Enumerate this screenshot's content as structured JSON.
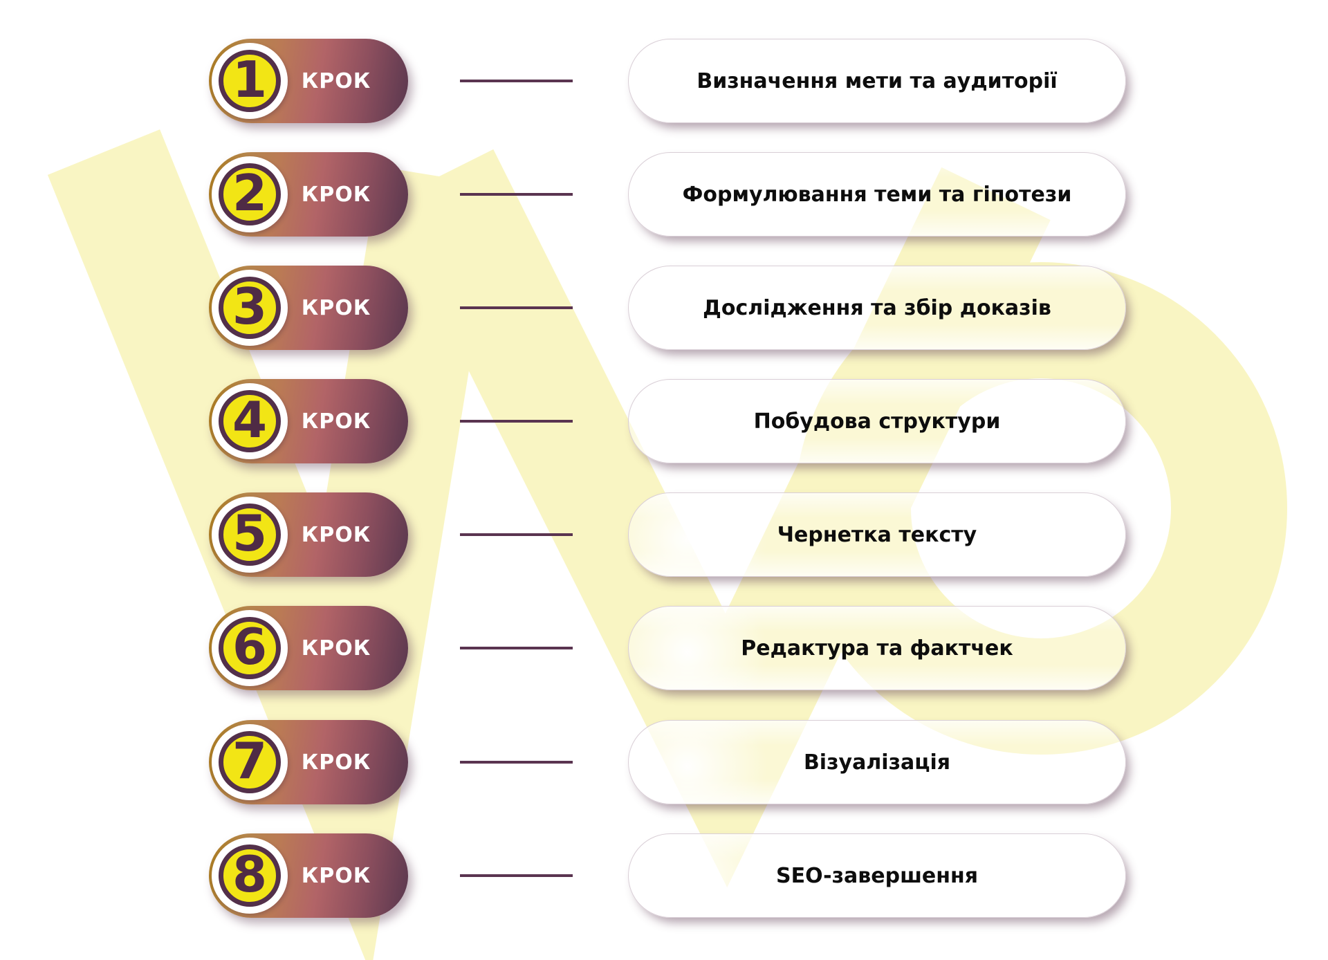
{
  "step_label": "КРОК",
  "steps": [
    {
      "number": "1",
      "title": "Визначення мети та аудиторії"
    },
    {
      "number": "2",
      "title": "Формулювання теми та гіпотези"
    },
    {
      "number": "3",
      "title": "Дослідження та збір доказів"
    },
    {
      "number": "4",
      "title": "Побудова структури"
    },
    {
      "number": "5",
      "title": "Чернетка тексту"
    },
    {
      "number": "6",
      "title": "Редактура та фактчек"
    },
    {
      "number": "7",
      "title": "Візуалізація"
    },
    {
      "number": "8",
      "title": "SEO-завершення"
    }
  ],
  "watermark": {
    "shape": "letters W and O",
    "color": "#F9F5C3"
  },
  "colors": {
    "badge_gradient_start": "#AA7B1D",
    "badge_gradient_mid": "#B26467",
    "badge_gradient_end": "#5F3A50",
    "circle_fill": "#F2E515",
    "circle_ring": "#53304A",
    "number_color": "#4F2B45",
    "step_label_color": "#FFFFFF",
    "connector_color": "#5A3450",
    "title_color": "#0D0D0D",
    "pill_border": "#D9CED6",
    "watermark_color": "#F9F5C3"
  }
}
